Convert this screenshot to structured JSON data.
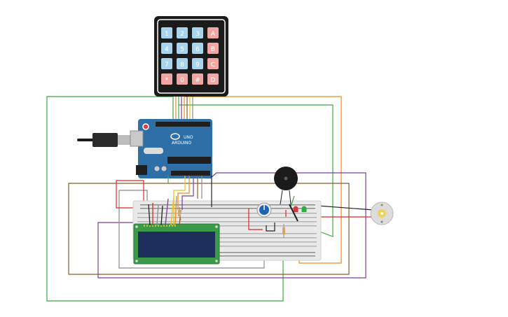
{
  "keypad": {
    "keys": [
      "1",
      "2",
      "3",
      "A",
      "4",
      "5",
      "6",
      "B",
      "7",
      "8",
      "9",
      "C",
      "*",
      "0",
      "#",
      "D"
    ],
    "digit_color": "#a9d4ee",
    "letter_color": "#f0a7a4"
  },
  "arduino": {
    "logo_text": "UNO",
    "brand_text": "ARDUINO",
    "board_color": "#2f6fa8"
  },
  "wire_colors": {
    "green": "#3aa948",
    "orange": "#e58a24",
    "purple": "#7a3d9b",
    "brown": "#8a5a2b",
    "red": "#e02424",
    "gray": "#8a8a8a",
    "black": "#222222",
    "yellow": "#e8c21a"
  },
  "lcd": {
    "pcb_color": "#3a9a48",
    "screen_color": "#1e2f5c"
  }
}
